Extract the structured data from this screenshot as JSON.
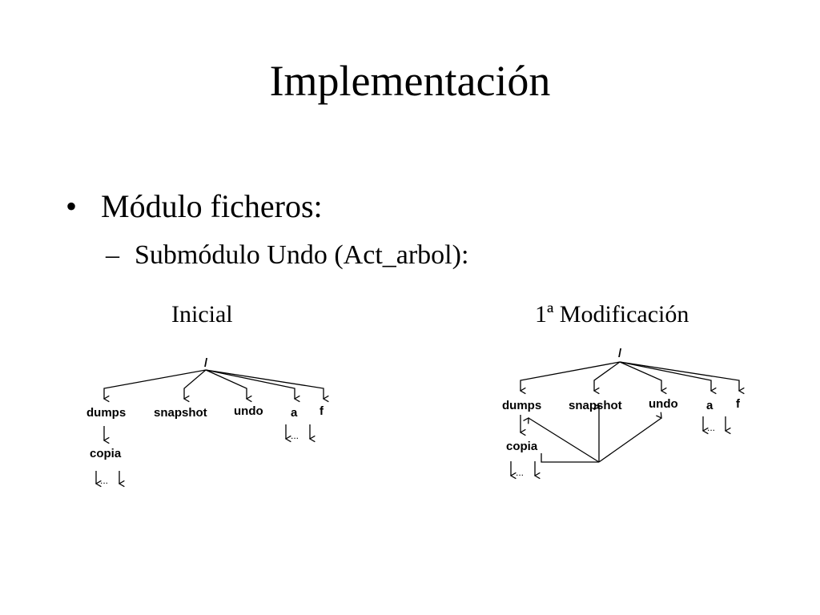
{
  "slide": {
    "title": "Implementación",
    "bullet": "Módulo ficheros:",
    "sub_bullet": "Submódulo Undo (Act_arbol):",
    "bullet_marker": "•",
    "sub_bullet_marker": "–"
  },
  "diagrams": {
    "left": {
      "caption": "Inicial",
      "root": "/",
      "nodes": [
        "dumps",
        "snapshot",
        "undo",
        "a",
        "f"
      ],
      "child_of_dumps": "copia",
      "ellipsis": "..."
    },
    "right": {
      "caption": "1ª Modificación",
      "root": "/",
      "nodes": [
        "dumps",
        "snapshot",
        "undo",
        "a",
        "f"
      ],
      "child_of_dumps": "copia",
      "ellipsis": "..."
    }
  }
}
